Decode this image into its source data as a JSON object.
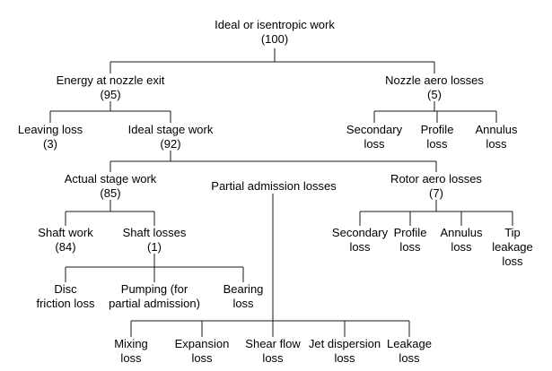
{
  "diagram": {
    "nodes": [
      {
        "id": "ideal",
        "lines": [
          "Ideal or isentropic work",
          "(100)"
        ]
      },
      {
        "id": "nozzle_exit",
        "lines": [
          "Energy at nozzle exit",
          "(95)"
        ]
      },
      {
        "id": "nozzle_aero",
        "lines": [
          "Nozzle aero losses",
          "(5)"
        ]
      },
      {
        "id": "leaving",
        "lines": [
          "Leaving loss",
          "(3)"
        ]
      },
      {
        "id": "ideal_stage",
        "lines": [
          "Ideal stage work",
          "(92)"
        ]
      },
      {
        "id": "nozzle_secondary",
        "lines": [
          "Secondary",
          "loss"
        ]
      },
      {
        "id": "nozzle_profile",
        "lines": [
          "Profile",
          "loss"
        ]
      },
      {
        "id": "nozzle_annulus",
        "lines": [
          "Annulus",
          "loss"
        ]
      },
      {
        "id": "actual_stage",
        "lines": [
          "Actual stage work",
          "(85)"
        ]
      },
      {
        "id": "partial_admission",
        "lines": [
          "Partial admission losses"
        ]
      },
      {
        "id": "rotor_aero",
        "lines": [
          "Rotor aero losses",
          "(7)"
        ]
      },
      {
        "id": "shaft_work",
        "lines": [
          "Shaft work",
          "(84)"
        ]
      },
      {
        "id": "shaft_losses",
        "lines": [
          "Shaft losses",
          "(1)"
        ]
      },
      {
        "id": "rotor_secondary",
        "lines": [
          "Secondary",
          "loss"
        ]
      },
      {
        "id": "rotor_profile",
        "lines": [
          "Profile",
          "loss"
        ]
      },
      {
        "id": "rotor_annulus",
        "lines": [
          "Annulus",
          "loss"
        ]
      },
      {
        "id": "rotor_tip",
        "lines": [
          "Tip",
          "leakage",
          "loss"
        ]
      },
      {
        "id": "disc_friction",
        "lines": [
          "Disc",
          "friction loss"
        ]
      },
      {
        "id": "pumping",
        "lines": [
          "Pumping (for",
          "partial admission)"
        ]
      },
      {
        "id": "bearing",
        "lines": [
          "Bearing",
          "loss"
        ]
      },
      {
        "id": "mixing",
        "lines": [
          "Mixing",
          "loss"
        ]
      },
      {
        "id": "expansion",
        "lines": [
          "Expansion",
          "loss"
        ]
      },
      {
        "id": "shear_flow",
        "lines": [
          "Shear flow",
          "loss"
        ]
      },
      {
        "id": "jet_dispersion",
        "lines": [
          "Jet dispersion",
          "loss"
        ]
      },
      {
        "id": "leakage",
        "lines": [
          "Leakage",
          "loss"
        ]
      }
    ],
    "edges": [
      {
        "parent": "ideal",
        "children": [
          "nozzle_exit",
          "nozzle_aero"
        ]
      },
      {
        "parent": "nozzle_exit",
        "children": [
          "leaving",
          "ideal_stage"
        ]
      },
      {
        "parent": "nozzle_aero",
        "children": [
          "nozzle_secondary",
          "nozzle_profile",
          "nozzle_annulus"
        ]
      },
      {
        "parent": "ideal_stage",
        "children": [
          "actual_stage",
          "partial_admission",
          "rotor_aero"
        ]
      },
      {
        "parent": "actual_stage",
        "children": [
          "shaft_work",
          "shaft_losses"
        ]
      },
      {
        "parent": "rotor_aero",
        "children": [
          "rotor_secondary",
          "rotor_profile",
          "rotor_annulus",
          "rotor_tip"
        ]
      },
      {
        "parent": "shaft_losses",
        "children": [
          "disc_friction",
          "pumping",
          "bearing"
        ]
      },
      {
        "parent": "partial_admission",
        "children": [
          "mixing",
          "expansion",
          "shear_flow",
          "jet_dispersion",
          "leakage"
        ]
      }
    ]
  }
}
